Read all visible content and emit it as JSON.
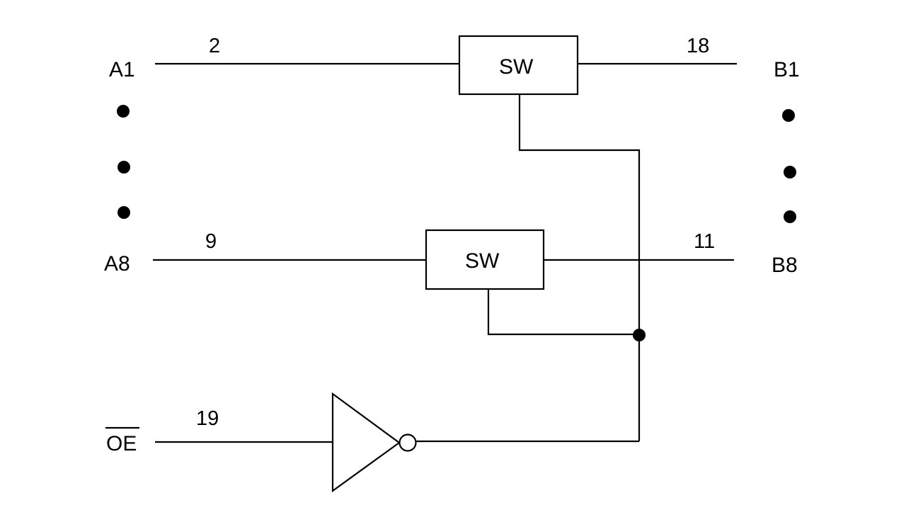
{
  "diagram": {
    "signals": {
      "a1": "A1",
      "a8": "A8",
      "b1": "B1",
      "b8": "B8",
      "oe": "OE"
    },
    "pins": {
      "a1": "2",
      "b1": "18",
      "a8": "9",
      "b8": "11",
      "oe": "19"
    },
    "switches": {
      "top": "SW",
      "bottom": "SW"
    },
    "colors": {
      "stroke": "#000000",
      "background": "#ffffff"
    }
  }
}
